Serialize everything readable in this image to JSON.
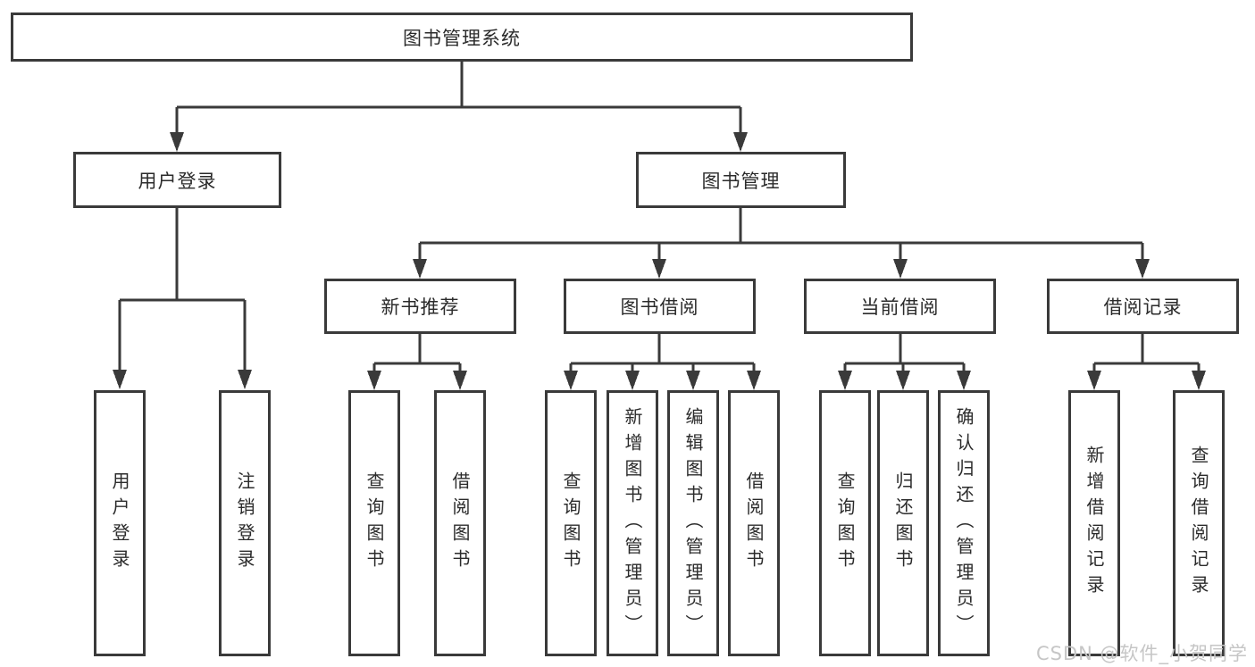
{
  "diagram": {
    "title": "图书管理系统",
    "branches": [
      {
        "label": "用户登录",
        "children": [
          {
            "label": "用户登录"
          },
          {
            "label": "注销登录"
          }
        ]
      },
      {
        "label": "图书管理",
        "children": [
          {
            "label": "新书推荐",
            "children": [
              {
                "label": "查询图书"
              },
              {
                "label": "借阅图书"
              }
            ]
          },
          {
            "label": "图书借阅",
            "children": [
              {
                "label": "查询图书"
              },
              {
                "label": "新增图书（管理员）"
              },
              {
                "label": "编辑图书（管理员）"
              },
              {
                "label": "借阅图书"
              }
            ]
          },
          {
            "label": "当前借阅",
            "children": [
              {
                "label": "查询图书"
              },
              {
                "label": "归还图书"
              },
              {
                "label": "确认归还（管理员）"
              }
            ]
          },
          {
            "label": "借阅记录",
            "children": [
              {
                "label": "新增借阅记录"
              },
              {
                "label": "查询借阅记录"
              }
            ]
          }
        ]
      }
    ]
  },
  "watermark": {
    "text": "CSDN @软件_小贺同学"
  },
  "colors": {
    "line": "#3a3a3a",
    "box_border": "#3a3a3a",
    "box_fill": "#ffffff",
    "text": "#2b2b2b",
    "watermark": "#c6c6c6"
  }
}
